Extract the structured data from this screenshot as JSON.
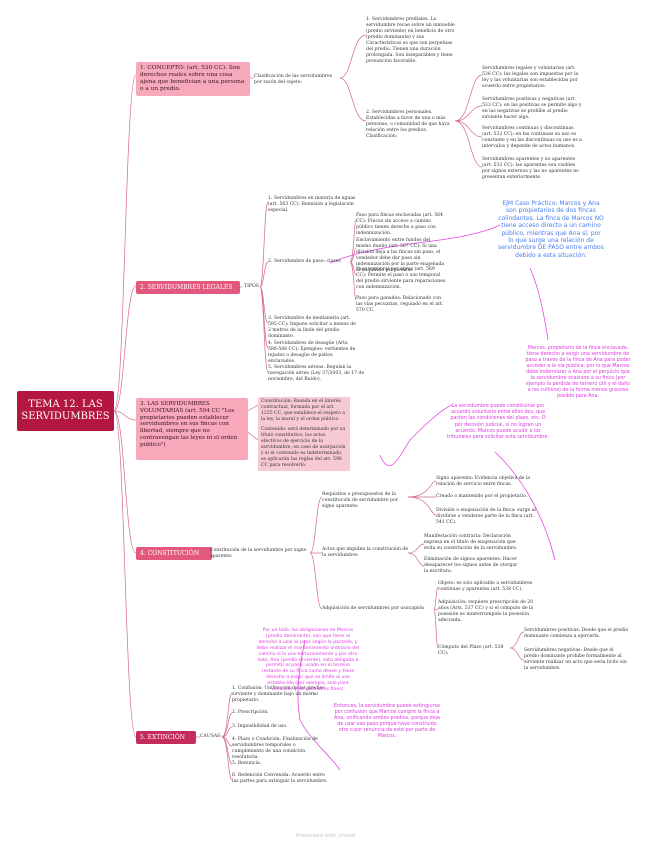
{
  "title": "TEMA 12. LAS SERVIDUMBRES",
  "footer": "Presented with xmind",
  "s1": {
    "label": "1. CONCEPTO: (art. 530 CC). Son derechos reales sobre una cosa ajena que benefician a una persona o a un predio.",
    "clasif": "Clasificación de las servidumbres por razón del sujeto:",
    "prediales": "1. Servidumbres prediales. La servidumbre recae sobre un inmueble (predio sirviente) en beneficio de otro (predio dominante) y sus Características es que son perpetuas del predio. Tienen una duración prolongada. Son inseparables y tiene presunción favorable.",
    "personales": "2. Servidumbres personales. Establecidas a favor de una o más personas, o comunidad de que haya relación entre los predios. Clasificación:",
    "legales": "Servidumbres legales y voluntarias (art. 536 CC): las legales son impuestas por la ley y las voluntarias son establecidas por acuerdo entre propietarios.",
    "positivas": "Servidumbres positivas y negativas (art. 533 CC): en las positivas se permite algo y en las negativas se prohíbe al predio sirviente hacer algo.",
    "continuas": "Servidumbres continuas y discontinuas (art. 532 CC): en las continuas su uso es constante y en las discontinuas su uso es a intervalos y depende de actos humanos.",
    "aparentes": "Servidumbres aparentes y no aparentes (art. 532 CC): las aparentes son visibles por signos externos y las no aparentes no presentan exteriormente."
  },
  "s2": {
    "label": "2. SERVIDUMBRES LEGALES",
    "tipos": "TIPOS",
    "aguas": "1. Servidumbres en materia de aguas (art. 563 CC): Remisión a legislación especial.",
    "paso": "2. Servidumbre de paso: clases",
    "paso_fincas": "Paso para fincas enclavadas (art. 564 CC): Fincas sin acceso a camino público tienen derecho a paso con indemnización.",
    "enclavamiento": "Enclavamiento entre fundos del mismo dueño (art. 567 CC): Si una división deja a las fincas sin paso, el vendedor debe dar paso sin indemnización por la parte enajenada al adquirido propietario.",
    "temporal": "Paso temporal por obras (art. 569 CC): Permite el paso o uso temporal del predio sirviente para reparaciones con indemnización.",
    "ganados": "Paso para ganados: Relacionado con las vías pecuarias, regulado en el art. 570 CC.",
    "medianeria": "3. Servidumbre de medianería (art. 595 CC): Impone solicitar a menos de 2 metros de la linde del predio dominante.",
    "desague": "4. Servidumbres de desagüe (Arts. 586-588 CC): Ejemplos: vertientes de tejados o desagüe de patios enclavados.",
    "aereas": "5. Servidumbres aéreas: Regulan la navegación aérea (Ley 37/2003, de 17 de noviembre, del Ruido)."
  },
  "s3": {
    "label": "3. LAS SERVIDUMBRES VOLUNTARIAS (art. 594 CC \"Los propietarios pueden establecer servidumbres en sus fincas con libertad, siempre que no contravengan las leyes ni el orden público\")",
    "constitucion": "Constitución: Basada en el interés contractual, formada por el art. 1255 CC, que establece el respeto a la ley, la moral y el orden público.",
    "contenido": "Contenido: será determinado por su título constitutivo, los actos efectivos de ejercicio de la servidumbre, en caso de usurpación y si el contenido es indeterminado, se aplicarán las reglas del art. 598 CC para resolverlo."
  },
  "s4": {
    "label": "4. CONSTITUCIÓN",
    "constitucion": "Constitución de la servidumbre por signo aparente:",
    "requisitos": "Requisitos o presupuestos de la constitución de servidumbre por signo aparente:",
    "signo": "Signo aparente: Evidencia objetiva de la relación de servicio entre fincas.",
    "creado": "Creado o mantenido por el propietario.",
    "division": "División o enajenación de la finca: surge al dividirse o venderse parte de la finca (art. 541 CC).",
    "actos": "Actos que impiden la constitución de la servidumbre:",
    "manifestacion": "Manifestación contraria: Declaración expresa en el título de enajenación que evita su constitución de la servidumbre.",
    "eliminacion": "Eliminación de signos aparentes: Hacer desaparecer los signos antes de otorgar la escritura.",
    "adquisicion": "Adquisición de servidumbres por usucapión",
    "objeto": "Objeto: es solo aplicable a servidumbres continuas y aparentes (art. 538 CC).",
    "adquisicion2": "Adquisición: requiere prescripción de 20 años (Arts. 537 CC) y si el cómputo de la posesión es ininterrumpido la posesión adecuada.",
    "computo": "Cómputo del Plazo (art. 538 CC):",
    "positivas": "Servidumbres positivas: Desde que el predio dominante comienza a ejercerla.",
    "negativas": "Servidumbres negativas: Desde que el predio dominante prohíbe formalmente al sirviente realizar un acto que sería lícito sin la servidumbre."
  },
  "s5": {
    "label": "5. EXTINCIÓN",
    "causas": "CAUSAS:",
    "c1": "1. Confusión: Unificación de los predios sirviente y dominante bajo un mismo propietario.",
    "c2": "2. Prescripción.",
    "c3": "3. Imposibilidad de uso.",
    "c4": "4. Plazo o Condición: Finalización de servidumbres temporales o cumplimiento de una condición resolutoria.",
    "c5": "5. Renuncia.",
    "c6": "6. Redención Convenida: Acuerdo entre las partes para extinguir la servidumbre."
  },
  "notes": {
    "caso": "EJM Caso Práctico: Marcos y Ana son propietarios de dos fincas colindantes. La finca de Marcos NO tiene acceso directo a un camino público, mientras que Ana sí, por lo que surge una relación de servidumbre DE PASO entre ambos debido a esta situación.",
    "marcos": "Marcos, propietario de la finca enclavada, tiene derecho a exigir una servidumbre de paso a través de la finca de Ana para poder acceder a la vía pública, por lo que Marcos debe indemnizar a Ana por el perjuicio que la servidumbre ocasione a su finca (por ejemplo la pérdida de terreno útil y el daño a los cultivos) de la forma menos gravosa posible para Ana.",
    "voluntaria": "La servidumbre puede constituirse por acuerdo voluntario entre ellos dos, que pacten las condiciones del plazo, etc. O por decisión judicial, si no logran un acuerdo, Marcos puede acudir a los tribunales para solicitar esta servidumbre.",
    "obligaciones": "Por un lado, las obligaciones de Marcos (predio dominante), son que tiene el derecho a usar el paso según lo pactado, y debe realizar el mantenimiento ordinario del camino si lo usa exclusivamente y por otro lado, Ana (predio sirviente), esta obligada a permitir el paso, usado en el terreno restante de su finca como desee y tiene derecho a exigir que se limite al uso establecido (por ejemplo, solo para vehículos y no para otros fines).",
    "extincion": "Entonces, la servidumbre puede extinguirse por confusión que Marcos compre la finca a Ana, unificando ambos predios, porque deja de usar ese paso porque haya construido otro o por renuncia de este por parte de Marcos."
  }
}
